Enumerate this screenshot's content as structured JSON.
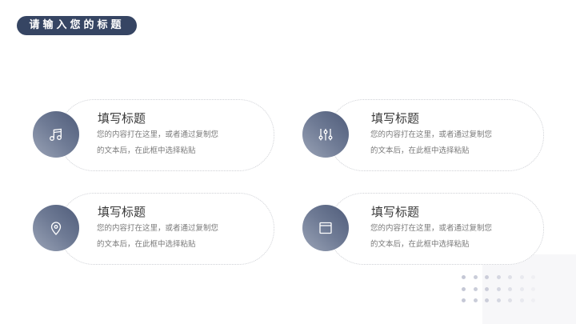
{
  "header": {
    "title": "请输入您的标题"
  },
  "colors": {
    "accent": "#364563",
    "circle_gradient_dark": "#4f5c7a",
    "circle_gradient_light": "#9aa3b6",
    "card_border": "#cfd1d6",
    "title_text": "#3a3a3a",
    "body_text": "#7a7a7a"
  },
  "cards": [
    {
      "icon": "music-note-icon",
      "title": "填写标题",
      "body_line1": "您的内容打在这里，或者通过复制您",
      "body_line2": "的文本后，在此框中选择粘贴"
    },
    {
      "icon": "sliders-icon",
      "title": "填写标题",
      "body_line1": "您的内容打在这里，或者通过复制您",
      "body_line2": "的文本后，在此框中选择粘贴"
    },
    {
      "icon": "location-pin-icon",
      "title": "填写标题",
      "body_line1": "您的内容打在这里，或者通过复制您",
      "body_line2": "的文本后，在此框中选择粘贴"
    },
    {
      "icon": "browser-window-icon",
      "title": "填写标题",
      "body_line1": "您的内容打在这里，或者通过复制您",
      "body_line2": "的文本后，在此框中选择粘贴"
    }
  ]
}
